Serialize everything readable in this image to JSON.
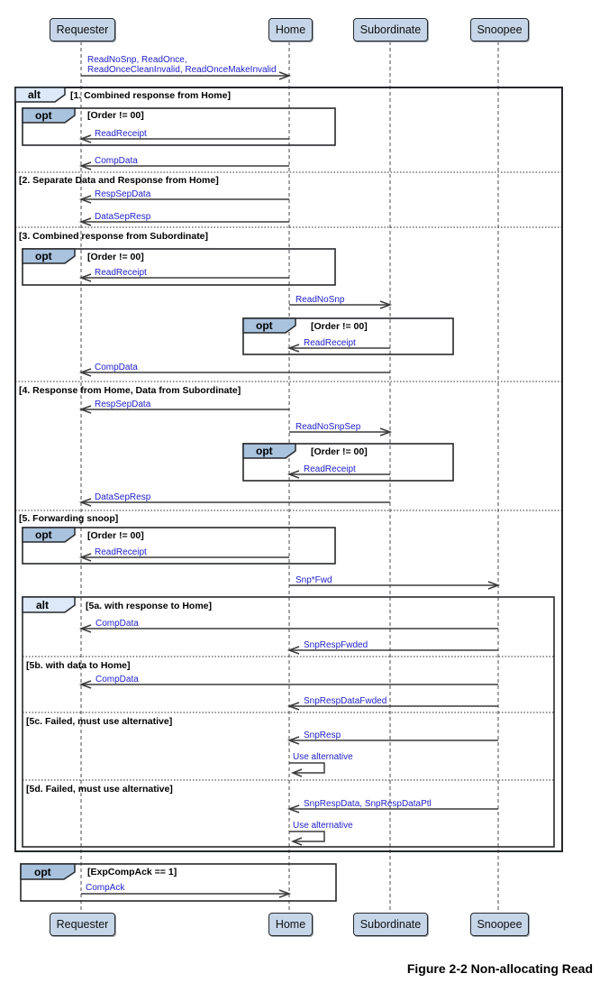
{
  "caption": "Figure 2-2 Non-allocating Read",
  "actors": {
    "requester": "Requester",
    "home": "Home",
    "subordinate": "Subordinate",
    "snoopee": "Snoopee"
  },
  "operators": {
    "alt": "alt",
    "opt": "opt"
  },
  "guards": {
    "g1": "[1. Combined response from Home]",
    "order": "[Order != 00]",
    "g5a": "[5a. with response to Home]",
    "exp": "[ExpCompAck == 1]"
  },
  "sections": {
    "s2": "[2. Separate Data and Response from Home]",
    "s3": "[3. Combined response from Subordinate]",
    "s4": "[4. Response from Home, Data from Subordinate]",
    "s5": "[5. Forwarding snoop]",
    "s5b": "[5b. with data to Home]",
    "s5c": "[5c. Failed, must use alternative]",
    "s5d": "[5d. Failed, must use alternative]"
  },
  "messages": {
    "m1_line1": "ReadNoSnp, ReadOnce,",
    "m1_line2": "ReadOnceCleanInvalid, ReadOnceMakeInvalid",
    "read_receipt": "ReadReceipt",
    "comp_data": "CompData",
    "resp_sep_data": "RespSepData",
    "data_sep_resp": "DataSepResp",
    "read_no_snp": "ReadNoSnp",
    "read_no_snp_sep": "ReadNoSnpSep",
    "snp_fwd": "Snp*Fwd",
    "snp_resp_fwded": "SnpRespFwded",
    "snp_resp_data_fwded": "SnpRespDataFwded",
    "snp_resp": "SnpResp",
    "use_alternative": "Use alternative",
    "snp_resp_data_ptl": "SnpRespData, SnpRespDataPtl",
    "comp_ack": "CompAck"
  },
  "colors": {
    "message_text": "#2222cc",
    "alt_tab_fill": "#dbe9f8",
    "opt_tab_fill": "#a9c2dd",
    "actor_fill": "#c6d6e8",
    "frame_border": "#26282b",
    "arrow_line": "#3c3c3c",
    "background": "#ffffff"
  }
}
